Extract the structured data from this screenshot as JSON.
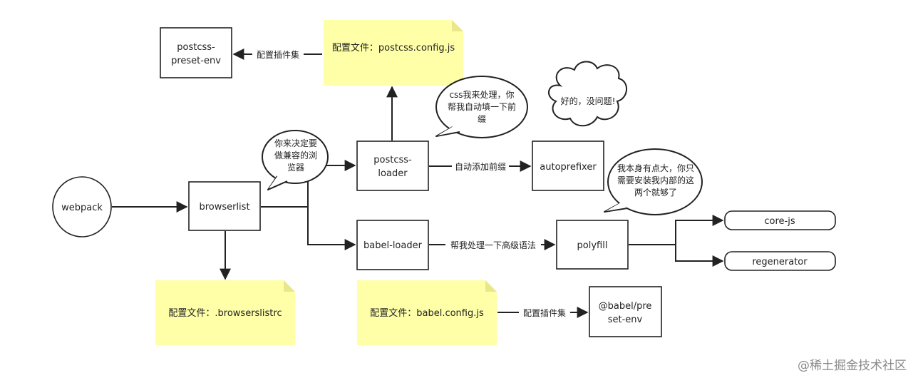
{
  "nodes": {
    "webpack": "webpack",
    "browserlist": "browserlist",
    "postcss_loader": [
      "postcss-",
      "loader"
    ],
    "babel_loader": "babel-loader",
    "postcss_preset_env": [
      "postcss-",
      "preset-env"
    ],
    "autoprefixer": "autoprefixer",
    "polyfill": "polyfill",
    "core_js": "core-js",
    "regenerator": "regenerator",
    "babel_preset_env": [
      "@babel/pre",
      "set-env"
    ]
  },
  "notes": {
    "postcss_config": "配置文件：postcss.config.js",
    "browserslistrc": "配置文件：.browserslistrc",
    "babel_config": "配置文件：babel.config.js"
  },
  "edge_labels": {
    "config_plugins_top": "配置插件集",
    "auto_prefix": "自动添加前缀",
    "advanced_syntax": "帮我处理一下高级语法",
    "config_plugins_bottom": "配置插件集"
  },
  "bubbles": {
    "browser_decide": [
      "你来决定要",
      "做兼容的浏",
      "览器"
    ],
    "css_handle": [
      "css我来处理，你",
      "帮我自动填一下前",
      "缀"
    ],
    "ok": "好的，没问题!",
    "polyfill_big": [
      "我本身有点大，你只",
      "需要安装我内部的这",
      "两个就够了"
    ]
  },
  "watermark": "@稀土掘金技术社区"
}
